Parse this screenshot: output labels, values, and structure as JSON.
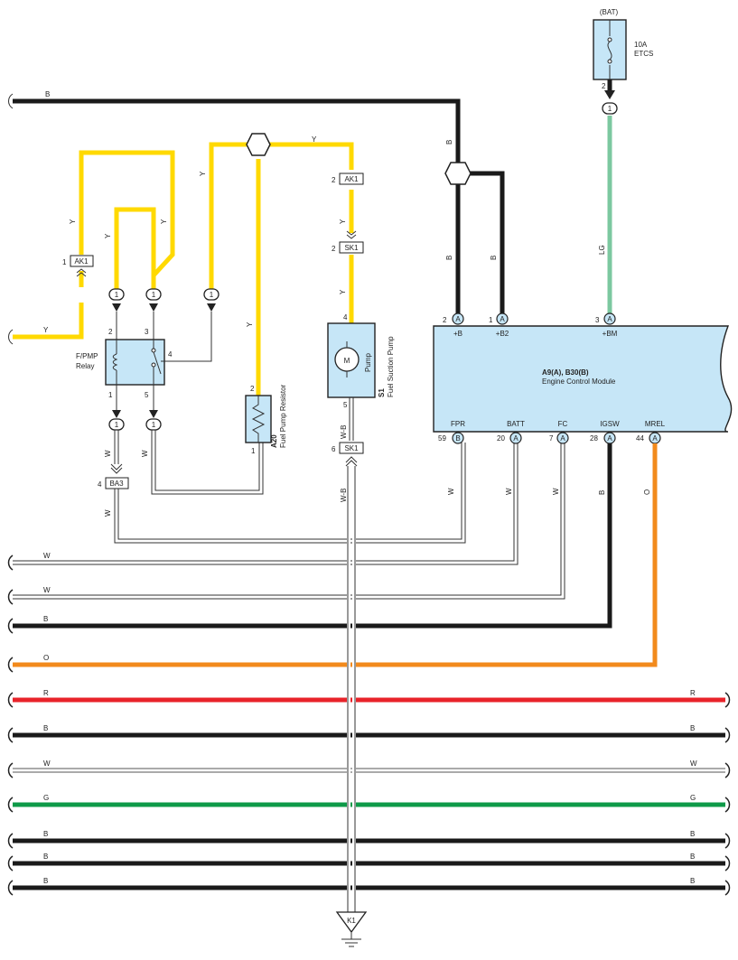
{
  "bat": {
    "label": "(BAT)",
    "fuse_rating": "10A",
    "fuse_name": "ETCS",
    "fuse_pin": "2",
    "conn_pin": "1"
  },
  "relay": {
    "name_line1": "F/PMP",
    "name_line2": "Relay",
    "pins": [
      "2",
      "3",
      "4",
      "1",
      "5"
    ]
  },
  "pump": {
    "code": "S1",
    "name": "Fuel Suction Pump",
    "motor": "M",
    "inner_label": "Pump",
    "pin_top": "4",
    "pin_bottom": "5"
  },
  "resistor": {
    "code": "A20",
    "name": "Fuel Pump Resistor",
    "pin_top": "2",
    "pin_bottom": "1"
  },
  "ecm": {
    "title": "A9(A), B30(B)",
    "name": "Engine Control Module",
    "top_pins": [
      {
        "num": "2",
        "conn": "A",
        "label": "+B"
      },
      {
        "num": "1",
        "conn": "A",
        "label": "+B2"
      },
      {
        "num": "3",
        "conn": "A",
        "label": "+BM"
      }
    ],
    "bottom_pins": [
      {
        "num": "59",
        "conn": "B",
        "label": "FPR"
      },
      {
        "num": "20",
        "conn": "A",
        "label": "BATT"
      },
      {
        "num": "7",
        "conn": "A",
        "label": "FC"
      },
      {
        "num": "28",
        "conn": "A",
        "label": "IGSW"
      },
      {
        "num": "44",
        "conn": "A",
        "label": "MREL"
      }
    ]
  },
  "connectors": {
    "ak1_left": {
      "name": "AK1",
      "pin": "1"
    },
    "ak1_pump": {
      "name": "AK1",
      "pin": "2"
    },
    "sk1_top": {
      "name": "SK1",
      "pin": "2"
    },
    "sk1_bottom": {
      "name": "SK1",
      "pin": "6"
    },
    "ba3": {
      "name": "BA3",
      "pin": "4"
    },
    "ground": {
      "name": "K1"
    },
    "pin_one": "1"
  },
  "wire_labels": {
    "b_top": "B",
    "y_top": "Y",
    "y_left": "Y",
    "y_relay": "Y",
    "y_mid": "Y",
    "y_pump": "Y",
    "b_ecm1": "B",
    "b_ecm2": "B",
    "lg": "LG",
    "w_relay1": "W",
    "w_relay2": "W",
    "w_ba3": "W",
    "wb1": "W-B",
    "wb2": "W-B",
    "w_fpr": "W",
    "w_batt": "W",
    "w_fc": "W",
    "b_igsw": "B",
    "o_mrel": "O"
  },
  "bus_wires": [
    {
      "color": "W",
      "right_label": ""
    },
    {
      "color": "W",
      "right_label": ""
    },
    {
      "color": "B",
      "right_label": ""
    },
    {
      "color": "O",
      "right_label": ""
    },
    {
      "color": "R",
      "right_label": "R"
    },
    {
      "color": "B",
      "right_label": "B"
    },
    {
      "color": "W",
      "right_label": "W"
    },
    {
      "color": "G",
      "right_label": "G"
    },
    {
      "color": "B",
      "right_label": "B"
    },
    {
      "color": "B",
      "right_label": "B"
    },
    {
      "color": "B",
      "right_label": "B"
    }
  ],
  "colors": {
    "Y": "#ffd900",
    "B": "#1a1a1a",
    "LG": "#7cc8a0",
    "O": "#f28a1c",
    "R": "#e8232a",
    "G": "#0e9a48",
    "W": "#555555",
    "module": "#c6e6f7"
  }
}
